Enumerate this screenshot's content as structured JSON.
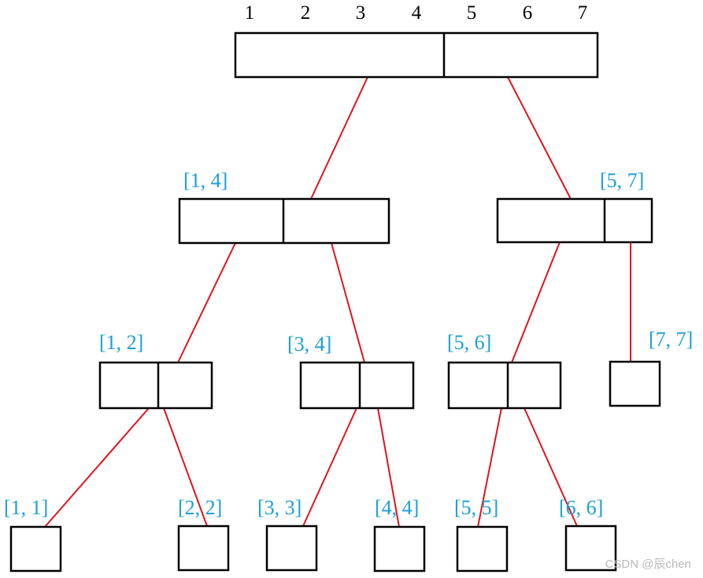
{
  "indices": [
    "1",
    "2",
    "3",
    "4",
    "5",
    "6",
    "7"
  ],
  "ranges": {
    "r14": "[1, 4]",
    "r57": "[5, 7]",
    "r12": "[1, 2]",
    "r34": "[3, 4]",
    "r56": "[5, 6]",
    "r77": "[7, 7]",
    "r11": "[1, 1]",
    "r22": "[2, 2]",
    "r33": "[3, 3]",
    "r44": "[4, 4]",
    "r55": "[5, 5]",
    "r66": "[6, 6]"
  },
  "watermark": "CSDN @辰chen",
  "colors": {
    "edge": "#e0141f",
    "range_label": "#1a9fd9",
    "node_stroke": "#000000"
  }
}
